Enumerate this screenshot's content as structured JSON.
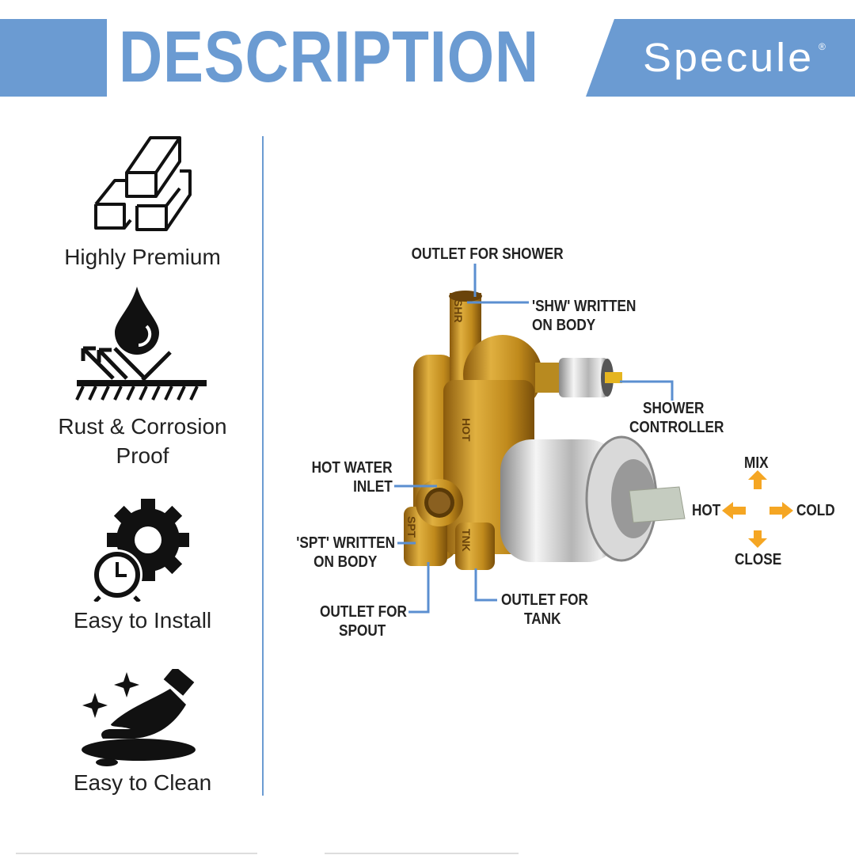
{
  "header": {
    "title": "DESCRIPTION",
    "brand": "Specule",
    "brand_mark": "®"
  },
  "colors": {
    "accent": "#6b9bd2",
    "brass": "#c8951f",
    "arrow": "#f5a623"
  },
  "features": [
    {
      "label": "Highly Premium",
      "icon": "metal-bars-icon"
    },
    {
      "label_line1": "Rust & Corrosion",
      "label_line2": "Proof",
      "icon": "water-drop-shield-icon"
    },
    {
      "label": "Easy to Install",
      "icon": "gear-clock-icon"
    },
    {
      "label": "Easy to Clean",
      "icon": "hand-clean-icon"
    }
  ],
  "callouts": {
    "outlet_shower": "OUTLET FOR SHOWER",
    "shw_line1": "'SHW' WRITTEN",
    "shw_line2": "ON BODY",
    "controller_line1": "SHOWER",
    "controller_line2": "CONTROLLER",
    "hot_inlet_line1": "HOT WATER",
    "hot_inlet_line2": "INLET",
    "spt_line1": "'SPT' WRITTEN",
    "spt_line2": "ON BODY",
    "spout_line1": "OUTLET FOR",
    "spout_line2": "SPOUT",
    "tank_line1": "OUTLET FOR",
    "tank_line2": "TANK"
  },
  "directions": {
    "up": "MIX",
    "left": "HOT",
    "right": "COLD",
    "down": "CLOSE"
  },
  "body_markings": {
    "top": "SHR",
    "middle": "HOT",
    "bottom_left": "SPT",
    "bottom_right": "TNK"
  }
}
